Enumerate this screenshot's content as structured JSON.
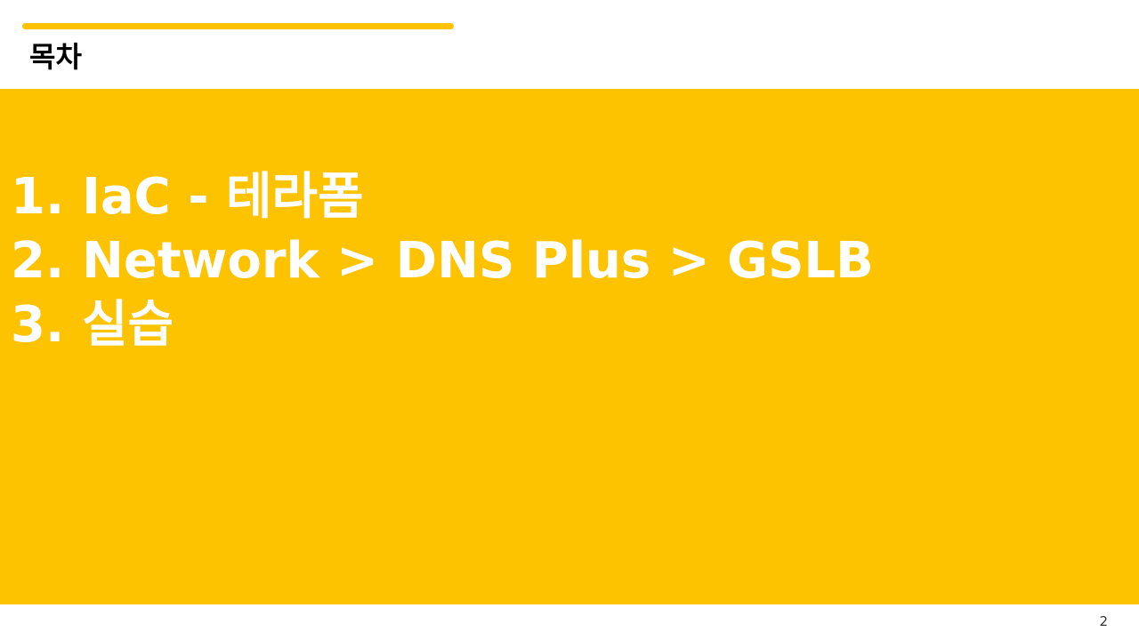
{
  "slide": {
    "title": "목차",
    "page_number": "2",
    "accent_color": "#FDC300",
    "text_color": "#FFFFFF"
  },
  "toc": {
    "items": [
      {
        "number": "1.",
        "label": "IaC - 테라폼"
      },
      {
        "number": "2.",
        "label": "Network > DNS Plus > GSLB"
      },
      {
        "number": "3.",
        "label": "실습"
      }
    ]
  }
}
